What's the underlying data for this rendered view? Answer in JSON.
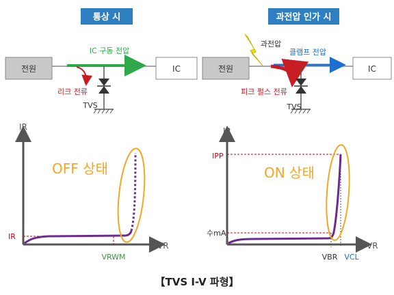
{
  "normal": {
    "title": "통상 시",
    "source_label": "전원",
    "load_label": "IC",
    "drive_voltage": "IC 구동 전압",
    "leak_current": "리크 전류",
    "device": "TVS"
  },
  "overvoltage": {
    "title": "과전압 인가 시",
    "surge_label": "과전압",
    "source_label": "전원",
    "load_label": "IC",
    "clamp_voltage": "클램프 전압",
    "peak_current": "피크 펄스 전류",
    "device": "TVS"
  },
  "chart_off": {
    "y_axis": "IR",
    "x_axis": "VR",
    "state_label": "OFF 상태",
    "current_marker": "IR",
    "voltage_marker": "VRWM"
  },
  "chart_on": {
    "y_axis": "IR",
    "x_axis": "VR",
    "state_label": "ON 상태",
    "peak_marker": "IPP",
    "low_current_marker": "수mA",
    "breakdown_marker": "VBR",
    "clamp_marker": "VCL"
  },
  "caption": "【TVS I-V 파형】",
  "colors": {
    "title_bg": "#2e7fc1",
    "box_fill": "#c8c8c8",
    "green_arrow": "#2ea84a",
    "blue_arrow": "#1f6fd1",
    "red": "#c81d25",
    "orange": "#f5a623",
    "purple": "#6a2a92",
    "marker_red": "#d0021b",
    "marker_green": "#2e9d3c"
  }
}
